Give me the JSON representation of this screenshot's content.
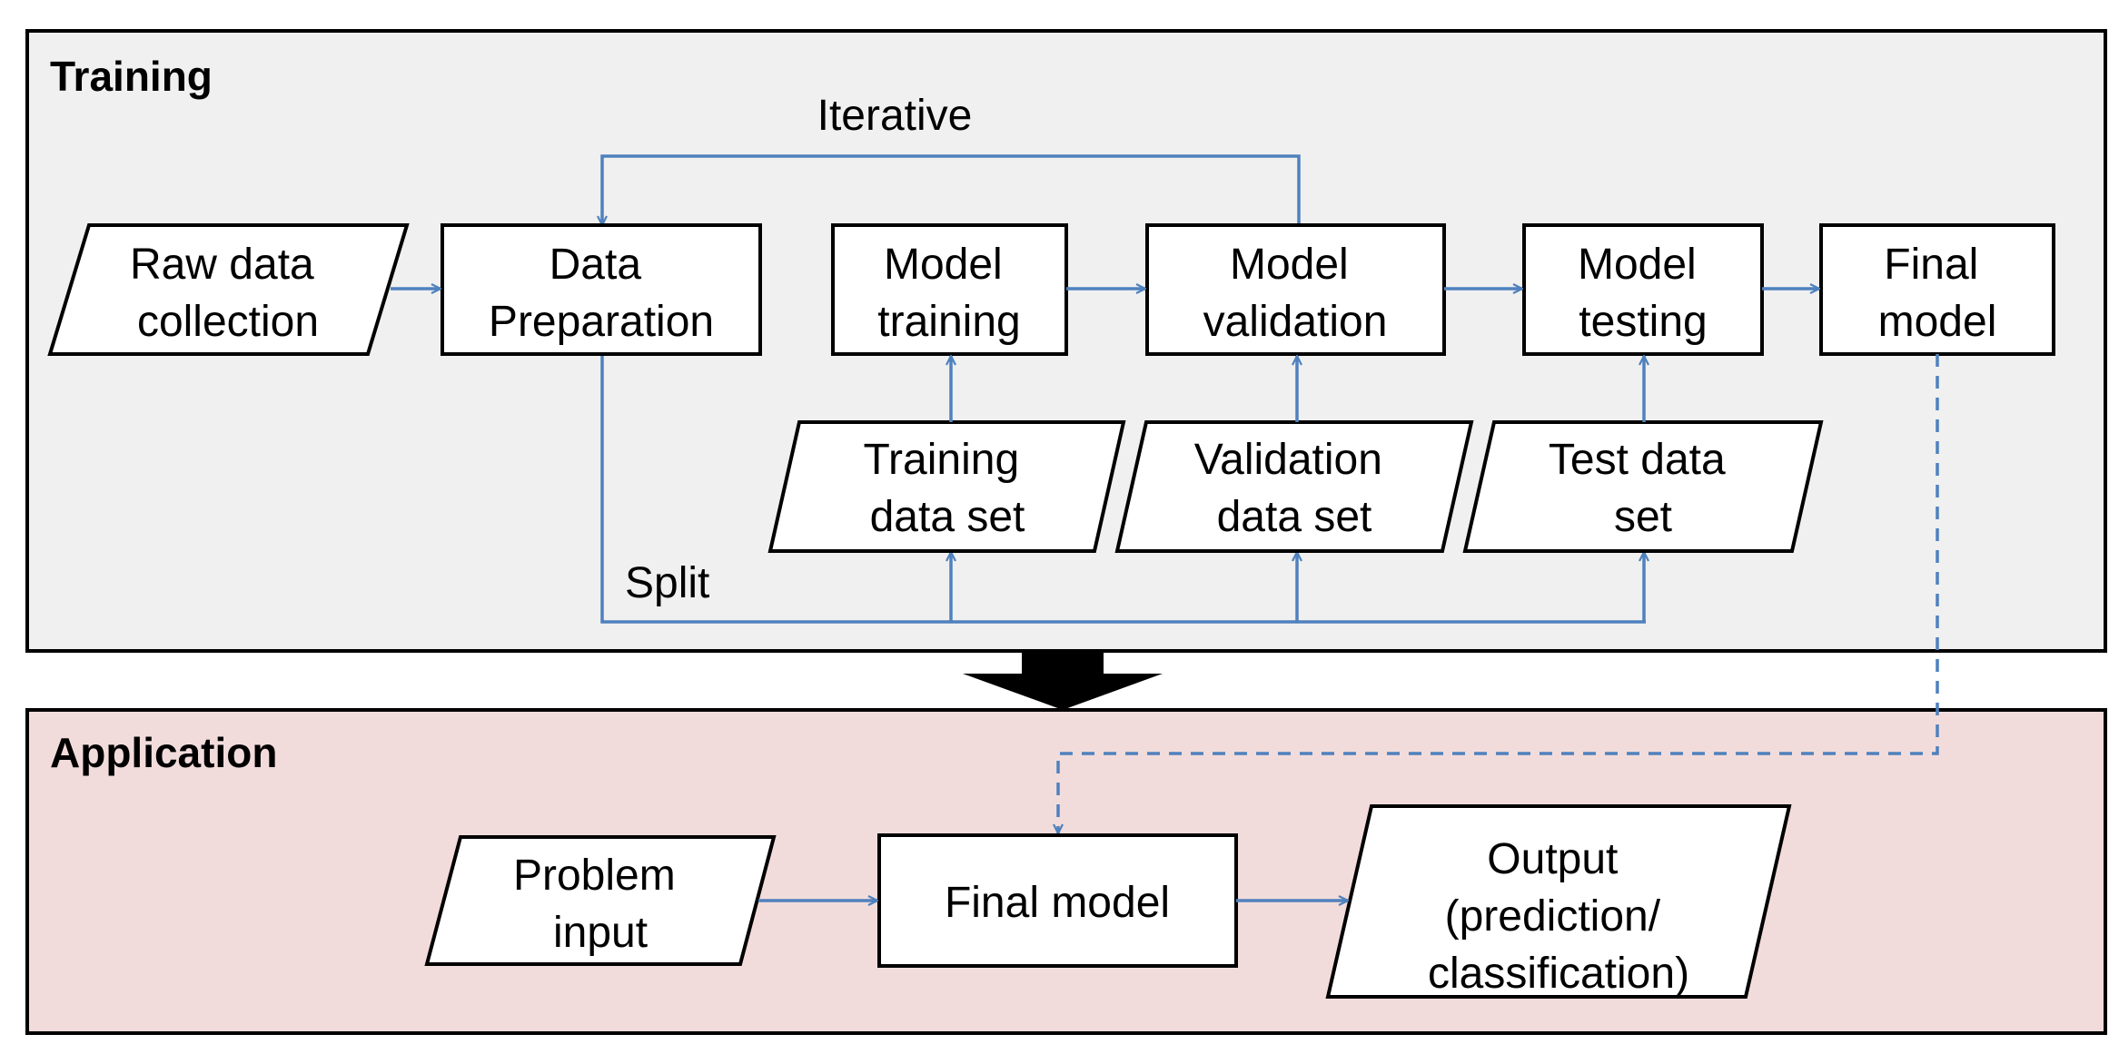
{
  "colors": {
    "training_bg": "#f0f0f0",
    "application_bg": "#f2dcdb",
    "arrow": "#4f81bd",
    "border": "#000000"
  },
  "training": {
    "title": "Training",
    "iterative_label": "Iterative",
    "split_label": "Split",
    "nodes": {
      "raw_data": [
        "Raw data",
        "collection"
      ],
      "data_prep": [
        "Data",
        "Preparation"
      ],
      "model_training": [
        "Model",
        "training"
      ],
      "model_validation": [
        "Model",
        "validation"
      ],
      "model_testing": [
        "Model",
        "testing"
      ],
      "final_model": [
        "Final",
        "model"
      ],
      "training_set": [
        "Training",
        "data set"
      ],
      "validation_set": [
        "Validation",
        "data set"
      ],
      "test_set": [
        "Test data",
        "set"
      ]
    }
  },
  "application": {
    "title": "Application",
    "nodes": {
      "problem_input": [
        "Problem",
        "input"
      ],
      "final_model": [
        "Final model"
      ],
      "output": [
        "Output",
        "(prediction/",
        "classification)"
      ]
    }
  }
}
